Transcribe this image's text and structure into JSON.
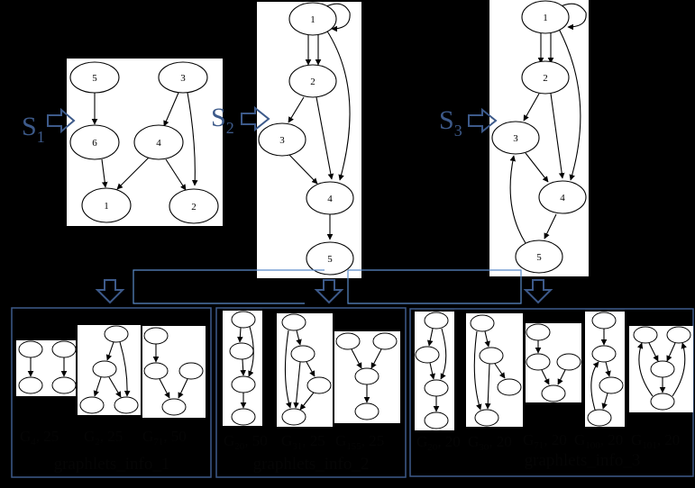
{
  "sequences": [
    {
      "letter": "S",
      "index": "1"
    },
    {
      "letter": "S",
      "index": "2"
    },
    {
      "letter": "S",
      "index": "3"
    }
  ],
  "graphs": [
    {
      "nodes": [
        "5",
        "3",
        "6",
        "4",
        "1",
        "2"
      ]
    },
    {
      "nodes": [
        "1",
        "2",
        "3",
        "4",
        "5"
      ]
    },
    {
      "nodes": [
        "1",
        "2",
        "3",
        "4",
        "5"
      ]
    }
  ],
  "panels": [
    {
      "title": "graphlets_info_1",
      "captions": [
        {
          "g": "G",
          "sub": "4",
          "value": ", 25"
        },
        {
          "g": "G",
          "sub": "2",
          "value": ", 25"
        },
        {
          "g": "G",
          "sub": "71",
          "value": ", 50"
        }
      ]
    },
    {
      "title": "graphlets_info_2",
      "captions": [
        {
          "g": "G",
          "sub": "20",
          "value": ", 50"
        },
        {
          "g": "G",
          "sub": "31",
          "value": ", 25"
        },
        {
          "g": "G",
          "sub": "155",
          "value": ", 25"
        }
      ]
    },
    {
      "title": "graphlets_info_3",
      "captions": [
        {
          "g": "G",
          "sub": "20",
          "value": ", 20"
        },
        {
          "g": "G",
          "sub": "30",
          "value": ", 20"
        },
        {
          "g": "G",
          "sub": "71",
          "value": ", 20"
        },
        {
          "g": "G",
          "sub": "100",
          "value": ", 20"
        },
        {
          "g": "G",
          "sub": "101",
          "value": ", 20"
        }
      ]
    }
  ],
  "colors": {
    "background": "#000000",
    "card": "#ffffff",
    "accent": "#3d5a8a",
    "connector": "#5b8bc9"
  }
}
